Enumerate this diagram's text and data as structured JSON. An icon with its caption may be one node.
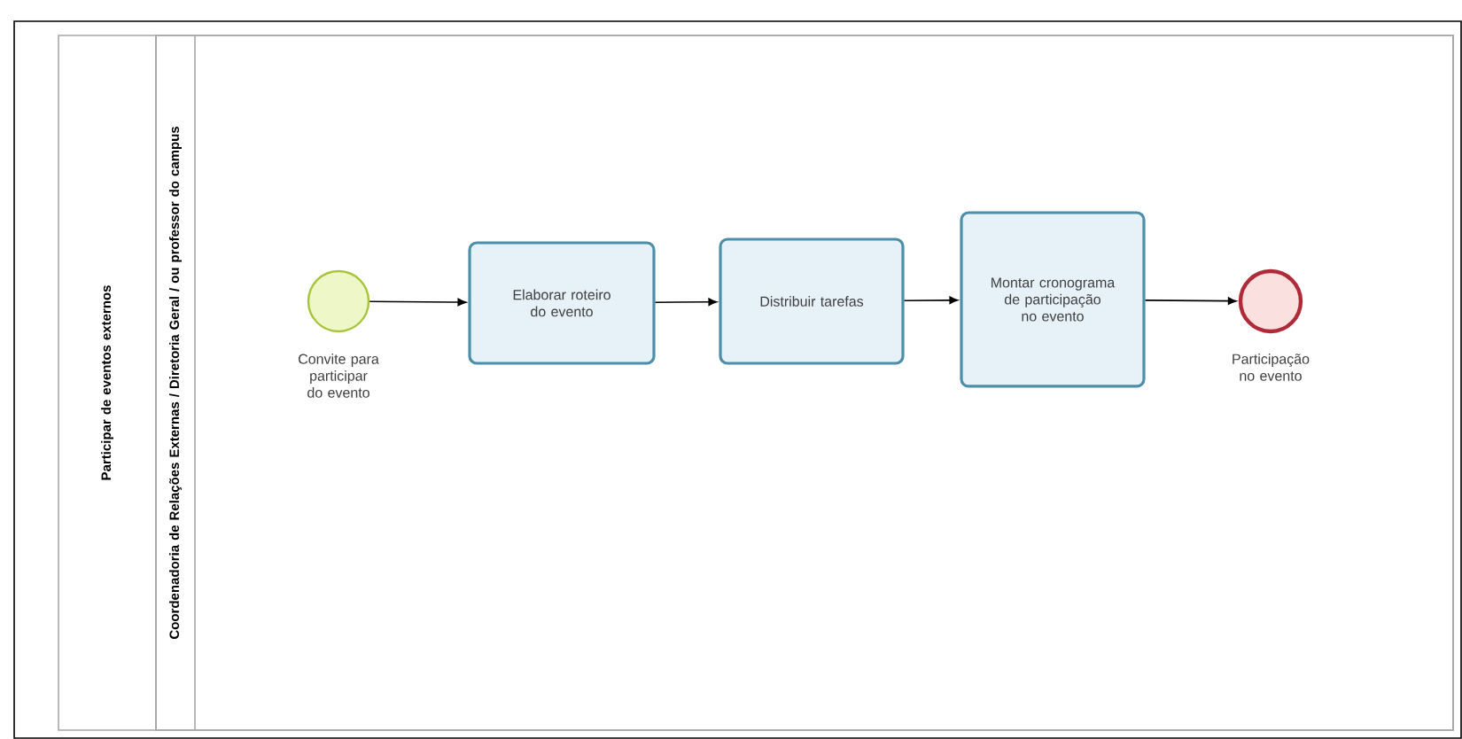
{
  "diagram": {
    "nodes": [
      {
        "text": [
          "Participar de eventos externos"
        ]
      },
      {
        "text": [
          "Coordenadoria de Relações Externas / Diretoria Geral / ou professor do campus"
        ],
        "in": 0
      },
      {
        "text": [],
        "shape": "circle",
        "beside": [
          "Convite para participar do evento"
        ],
        "in": 1
      },
      {
        "text": [
          "Elaborar roteiro do evento"
        ],
        "in": 1
      },
      {
        "text": [
          "Distribuir tarefas"
        ],
        "in": 1
      },
      {
        "text": [
          "Montar cronograma de participação no evento"
        ],
        "in": 1
      },
      {
        "text": [],
        "shape": "circle",
        "beside": [
          "Participação no evento"
        ],
        "in": 1
      }
    ],
    "edges": [
      {
        "from": 2,
        "to": 3,
        "arrow": "to"
      },
      {
        "from": 3,
        "to": 4,
        "arrow": "to"
      },
      {
        "from": 4,
        "to": 5,
        "arrow": "to"
      },
      {
        "from": 5,
        "to": 6,
        "arrow": "to"
      }
    ]
  }
}
